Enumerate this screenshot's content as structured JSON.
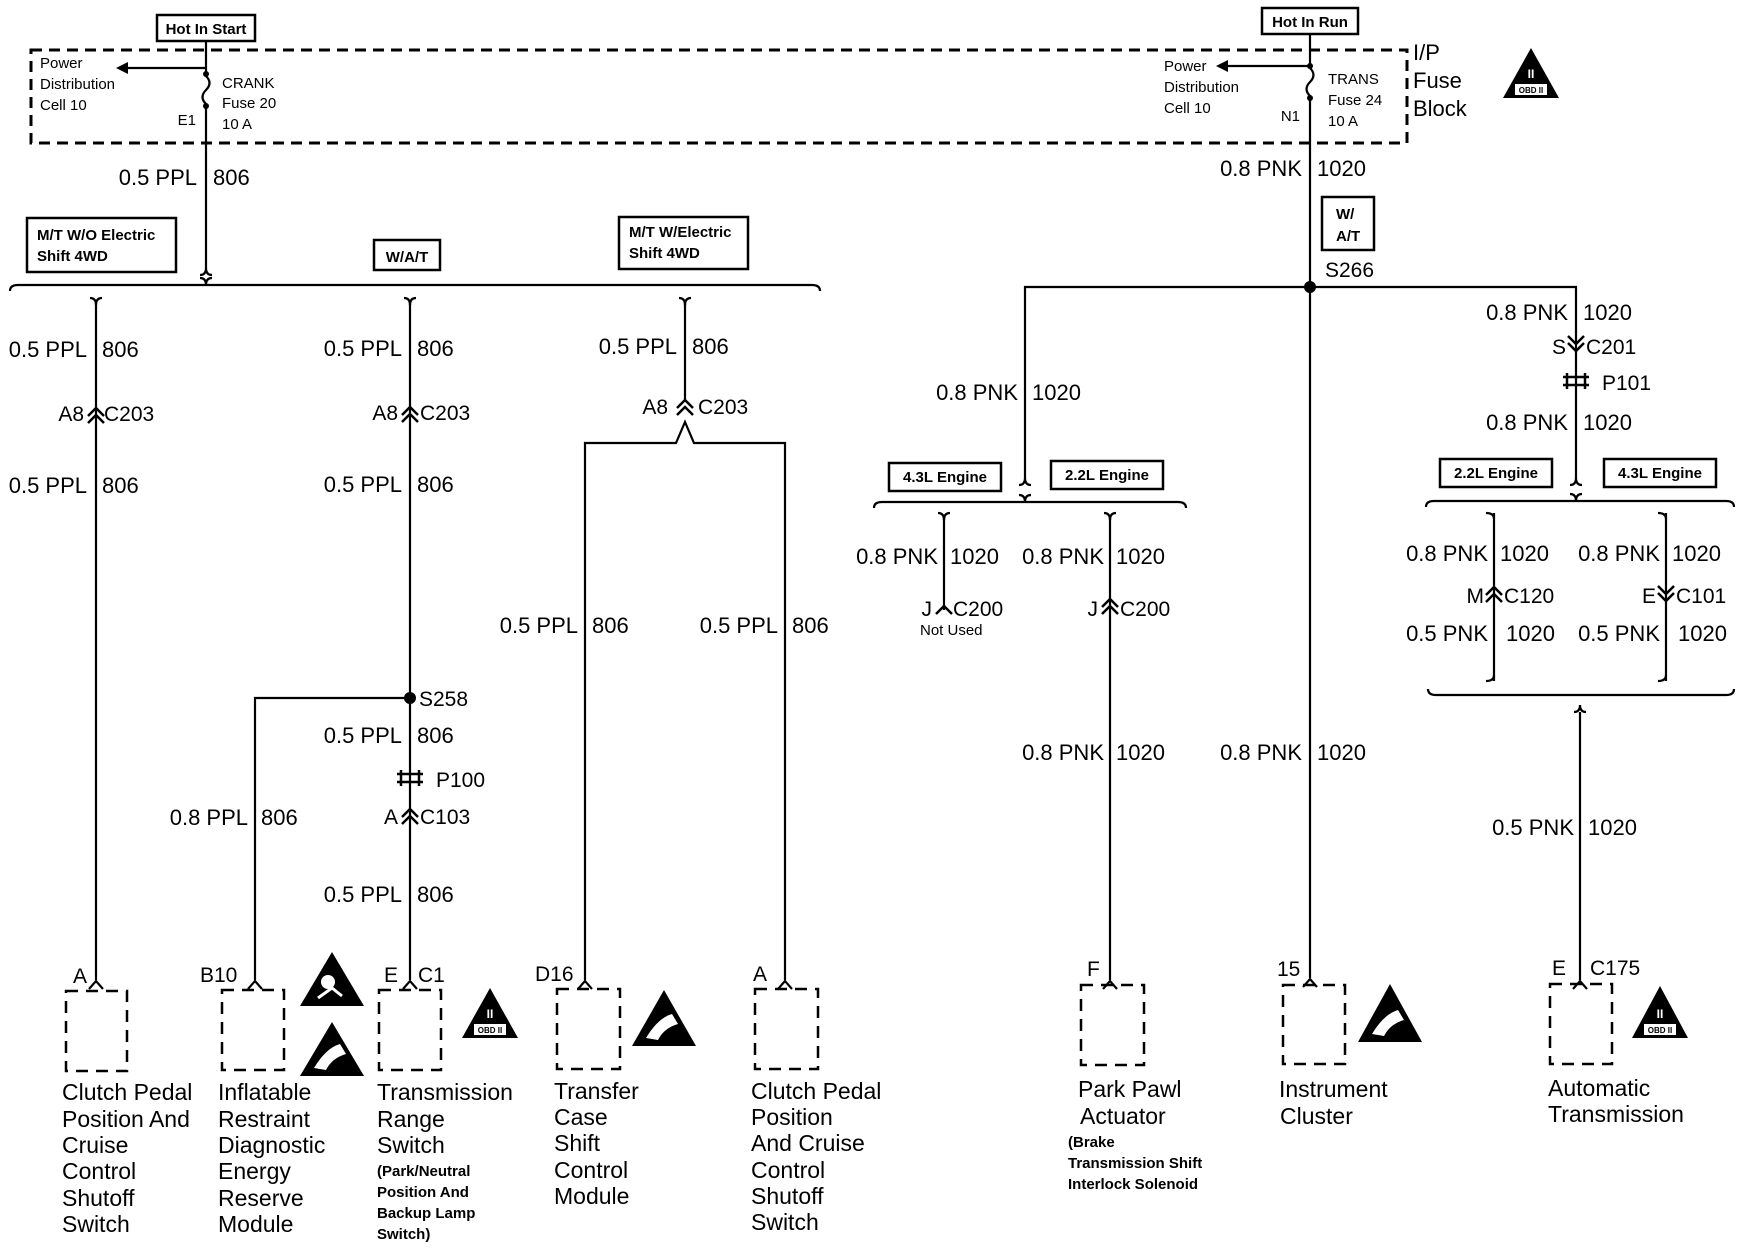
{
  "boxes": {
    "hot_start": "Hot In Start",
    "hot_run": "Hot In Run",
    "mt_wo": [
      "M/T W/O Electric",
      "Shift 4WD"
    ],
    "wat_left": "W/A/T",
    "mt_w": [
      "M/T W/Electric",
      "Shift 4WD"
    ],
    "wat_right": [
      "W/",
      "A/T"
    ],
    "eng43_a": "4.3L Engine",
    "eng22_a": "2.2L Engine",
    "eng22_b": "2.2L Engine",
    "eng43_b": "4.3L Engine"
  },
  "fuse_block": {
    "label": [
      "I/P",
      "Fuse",
      "Block"
    ],
    "pdc_left": [
      "Power",
      "Distribution",
      "Cell 10"
    ],
    "crank": [
      "CRANK",
      "Fuse 20",
      "10 A"
    ],
    "e1": "E1",
    "pdc_right": [
      "Power",
      "Distribution",
      "Cell 10"
    ],
    "trans": [
      "TRANS",
      "Fuse 24",
      "10 A"
    ],
    "n1": "N1"
  },
  "wires": {
    "ppl806": [
      "0.5 PPL",
      "806"
    ],
    "ppl806_08": [
      "0.8 PPL",
      "806"
    ],
    "pnk1020_08": [
      "0.8 PNK",
      "1020"
    ],
    "pnk1020_05": [
      "0.5 PNK",
      "1020"
    ]
  },
  "connectors": {
    "a8": "A8",
    "c203": "C203",
    "s258": "S258",
    "p100": "P100",
    "a": "A",
    "c103": "C103",
    "s266": "S266",
    "s": "S",
    "c201": "C201",
    "p101": "P101",
    "j": "J",
    "c200": "C200",
    "not_used": "Not Used",
    "m": "M",
    "c120": "C120",
    "e": "E",
    "c101": "C101",
    "b10": "B10",
    "c1": "C1",
    "d16": "D16",
    "f": "F",
    "n15": "15",
    "c175": "C175"
  },
  "icons": {
    "obd": "OBD II",
    "obd_numeral": "II"
  },
  "components": {
    "clutch1": [
      "Clutch Pedal",
      "Position And",
      "Cruise",
      "Control",
      "Shutoff",
      "Switch"
    ],
    "airbag": [
      "Inflatable",
      "Restraint",
      "Diagnostic",
      "Energy",
      "Reserve",
      "Module"
    ],
    "trs": [
      "Transmission",
      "Range",
      "Switch"
    ],
    "trs_note": [
      "(Park/Neutral",
      "Position And",
      "Backup Lamp",
      "Switch)"
    ],
    "transfer": [
      "Transfer",
      "Case",
      "Shift",
      "Control",
      "Module"
    ],
    "clutch2": [
      "Clutch Pedal",
      "Position",
      "And Cruise",
      "Control",
      "Shutoff",
      "Switch"
    ],
    "park": [
      "Park Pawl",
      "Actuator"
    ],
    "park_note": [
      "(Brake",
      "Transmission Shift",
      "Interlock Solenoid"
    ],
    "cluster": [
      "Instrument",
      "Cluster"
    ],
    "auto": [
      "Automatic",
      "Transmission"
    ]
  }
}
